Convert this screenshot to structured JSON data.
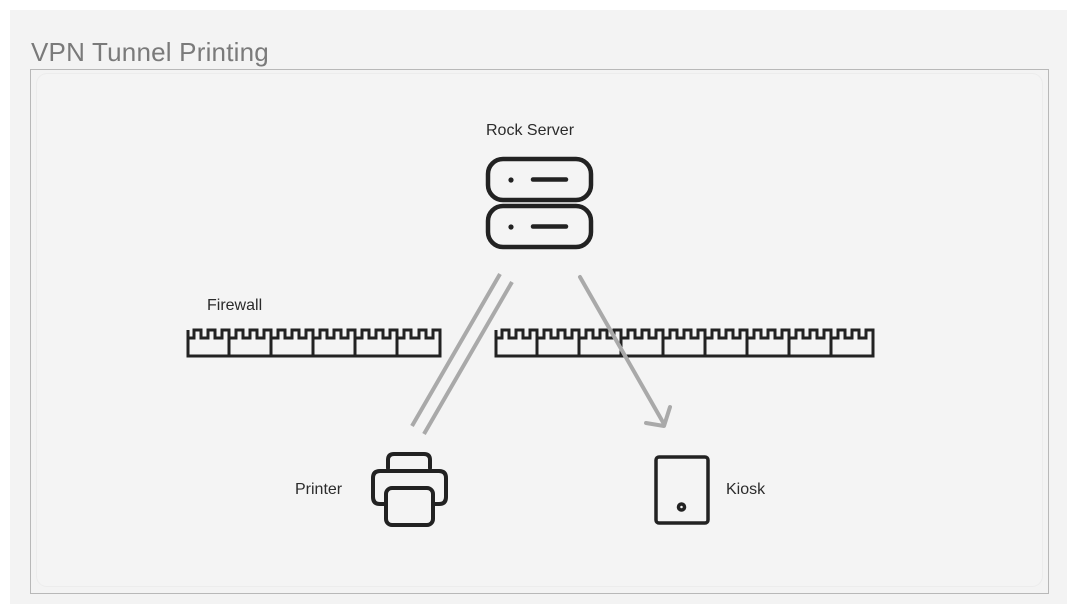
{
  "title": "VPN Tunnel Printing",
  "nodes": {
    "server": {
      "label": "Rock Server",
      "icon": "server-icon"
    },
    "firewall": {
      "label": "Firewall",
      "icon": "firewall-icon"
    },
    "printer": {
      "label": "Printer",
      "icon": "printer-icon"
    },
    "kiosk": {
      "label": "Kiosk",
      "icon": "tablet-icon"
    }
  },
  "colors": {
    "icon_stroke": "#222222",
    "connector": "#a9a9a9",
    "panel_bg": "#f3f3f3",
    "title_text": "#7a7a7a"
  }
}
